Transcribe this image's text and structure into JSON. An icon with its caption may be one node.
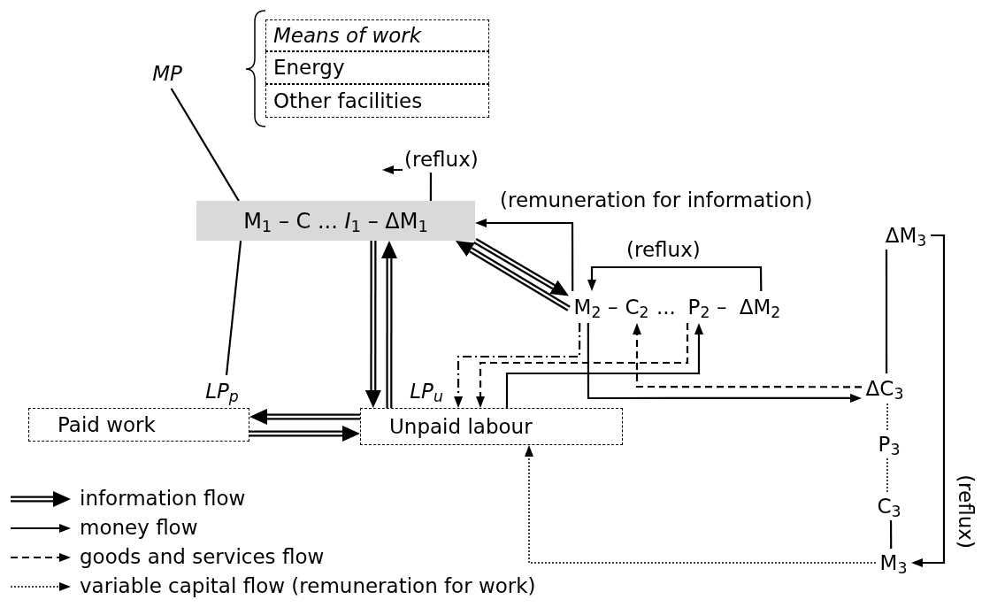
{
  "diagram": {
    "nodes": [
      {
        "text": [
          "MP"
        ]
      },
      {
        "text": [
          "Means of work"
        ]
      },
      {
        "text": [
          "Energy"
        ]
      },
      {
        "text": [
          "Other facilities"
        ]
      },
      {
        "text": [
          "M$_{1}$ – C ... *I*$_{1}$ – ΔM$_{1}$"
        ]
      },
      {
        "text": [
          "LP$_{p}$"
        ]
      },
      {
        "text": [
          "Paid work"
        ]
      },
      {
        "text": [
          "LP$_{u}$"
        ]
      },
      {
        "text": [
          "Unpaid labour"
        ]
      },
      {
        "text": [
          "M$_{2}$"
        ]
      },
      {
        "text": [
          "C$_{2}$"
        ]
      },
      {
        "text": [
          "P$_{2}$"
        ]
      },
      {
        "text": [
          "ΔM$_{2}$"
        ]
      },
      {
        "text": [
          "ΔM$_{3}$"
        ]
      },
      {
        "text": [
          "ΔC$_{3}$"
        ]
      },
      {
        "text": [
          "P$_{3}$"
        ]
      },
      {
        "text": [
          "C$_{3}$"
        ]
      },
      {
        "text": [
          "M$_{3}$"
        ]
      }
    ],
    "edges": [
      {
        "from": 0,
        "to": 4,
        "arrow": "none"
      },
      {
        "from": 4,
        "to": 5,
        "arrow": "none"
      },
      {
        "from": 4,
        "to": null,
        "arrow": "to",
        "label": "(reflux)"
      },
      {
        "from": 9,
        "to": 4,
        "arrow": "to",
        "label": "(remuneration for information)"
      },
      {
        "from": 9,
        "to": 4,
        "arrow": "to",
        "style": "thick"
      },
      {
        "from": 4,
        "to": 9,
        "arrow": "to",
        "style": "thick"
      },
      {
        "from": 4,
        "to": 8,
        "arrow": "to",
        "style": "thick"
      },
      {
        "from": 8,
        "to": 4,
        "arrow": "to",
        "style": "thick"
      },
      {
        "from": 8,
        "to": 6,
        "arrow": "to",
        "style": "thick"
      },
      {
        "from": 6,
        "to": 8,
        "arrow": "to",
        "style": "thick"
      },
      {
        "from": 9,
        "to": 8,
        "arrow": "to",
        "style": "dashed"
      },
      {
        "from": 11,
        "to": 8,
        "arrow": "to",
        "style": "dashed"
      },
      {
        "from": 9,
        "to": 14,
        "arrow": "to"
      },
      {
        "from": 8,
        "to": 11,
        "arrow": "to"
      },
      {
        "from": 14,
        "to": 10,
        "arrow": "to",
        "style": "dashed"
      },
      {
        "from": 17,
        "to": 8,
        "arrow": "to",
        "style": "dashed"
      },
      {
        "from": 13,
        "to": 17,
        "arrow": "to",
        "label": "(reflux)"
      },
      {
        "from": 12,
        "to": 9,
        "arrow": "to",
        "label": "(reflux)"
      },
      {
        "from": 13,
        "to": 14,
        "arrow": "none"
      },
      {
        "from": 14,
        "to": 15,
        "arrow": "none",
        "style": "dashed"
      },
      {
        "from": 15,
        "to": 16,
        "arrow": "none",
        "style": "dashed"
      },
      {
        "from": 16,
        "to": 17,
        "arrow": "none"
      }
    ],
    "labels": [
      "–",
      "...",
      "–"
    ],
    "legend": [
      {
        "text": "information flow"
      },
      {
        "text": "money flow"
      },
      {
        "text": "goods and services flow"
      },
      {
        "text": "variable capital flow (remuneration for work)"
      }
    ]
  }
}
